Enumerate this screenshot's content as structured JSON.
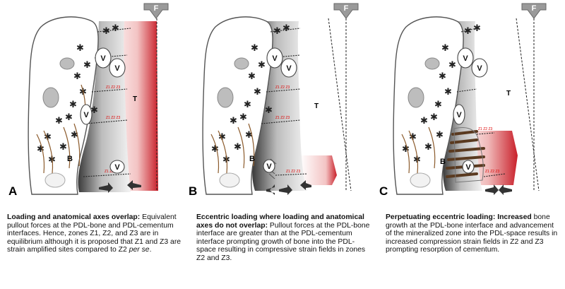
{
  "panels": [
    {
      "letter": "A",
      "force_label": "F",
      "tissue_label": "T",
      "bone_label": "B",
      "vessel_labels": [
        "V",
        "V",
        "V",
        "V"
      ],
      "zone_labels": [
        "Z1",
        "Z2",
        "Z3"
      ],
      "caption_title": "Loading and anatomical axes overlap:",
      "caption_body": "Equivalent pullout forces at the PDL-bone and PDL-cementum interfaces.  Hence, zones Z1, Z2, and Z3 are in equilibrium although it is proposed that Z1 and Z3 are strain amplified sites compared to Z2 ",
      "caption_italic": "per se",
      "caption_end": "."
    },
    {
      "letter": "B",
      "force_label": "F",
      "tissue_label": "T",
      "bone_label": "B",
      "vessel_labels": [
        "V",
        "V",
        "V"
      ],
      "zone_labels": [
        "Z1",
        "Z2",
        "Z3"
      ],
      "caption_title": "Eccentric loading where loading and anatomical axes do not overlap:",
      "caption_body": " Pullout forces at the PDL-bone interface are greater than at the PDL-cementum interface prompting growth of bone into the PDL-space resulting in compressive strain fields in zones Z2 and Z3."
    },
    {
      "letter": "C",
      "force_label": "F",
      "tissue_label": "T",
      "bone_label": "B",
      "vessel_labels": [
        "V",
        "V",
        "V",
        "V"
      ],
      "zone_labels": [
        "Z1",
        "Z2",
        "Z3"
      ],
      "caption_title": "Perpetuating eccentric loading: Increased",
      "caption_body": " bone growth at the PDL-bone interface and advancement of the mineralized zone into the PDL-space results in increased compression strain fields in Z2 and Z3 prompting resorption of cementum."
    }
  ]
}
